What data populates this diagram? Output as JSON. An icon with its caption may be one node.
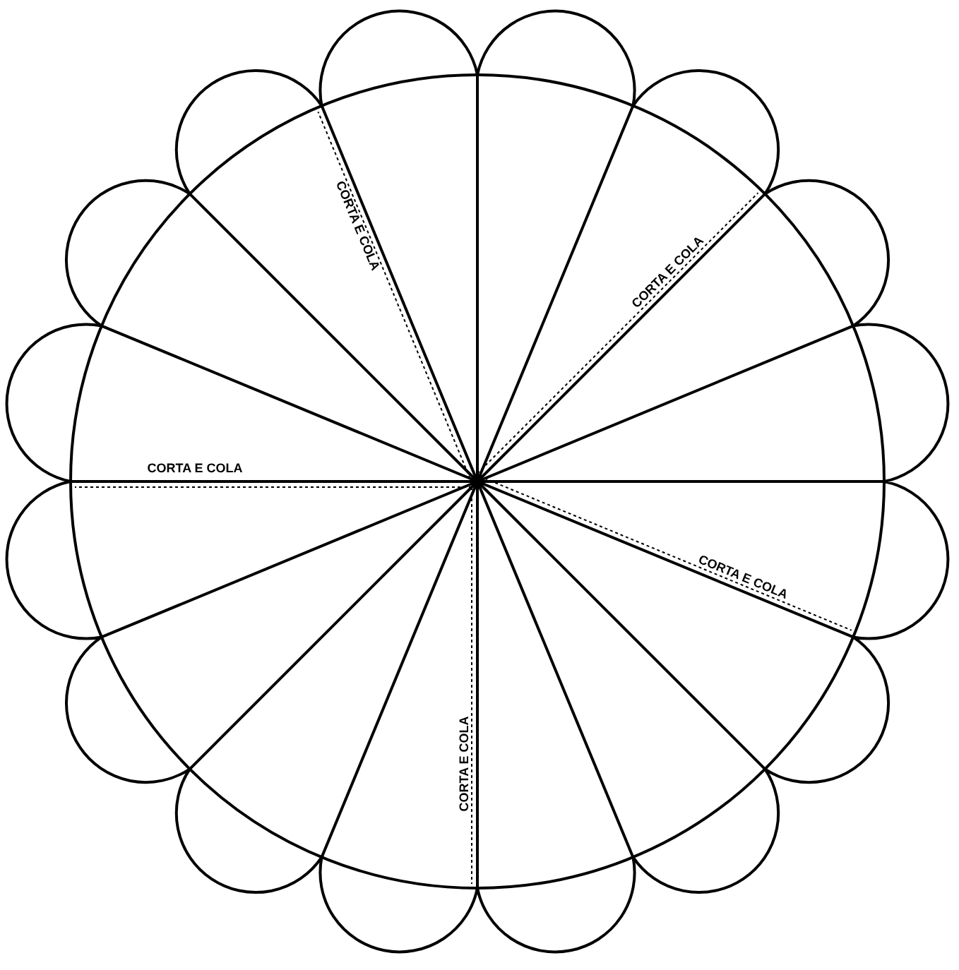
{
  "diagram": {
    "labels": [
      "CORTA E COLA",
      "CORTA E COLA",
      "CORTA E COLA",
      "CORTA E COLA",
      "CORTA E COLA"
    ]
  }
}
